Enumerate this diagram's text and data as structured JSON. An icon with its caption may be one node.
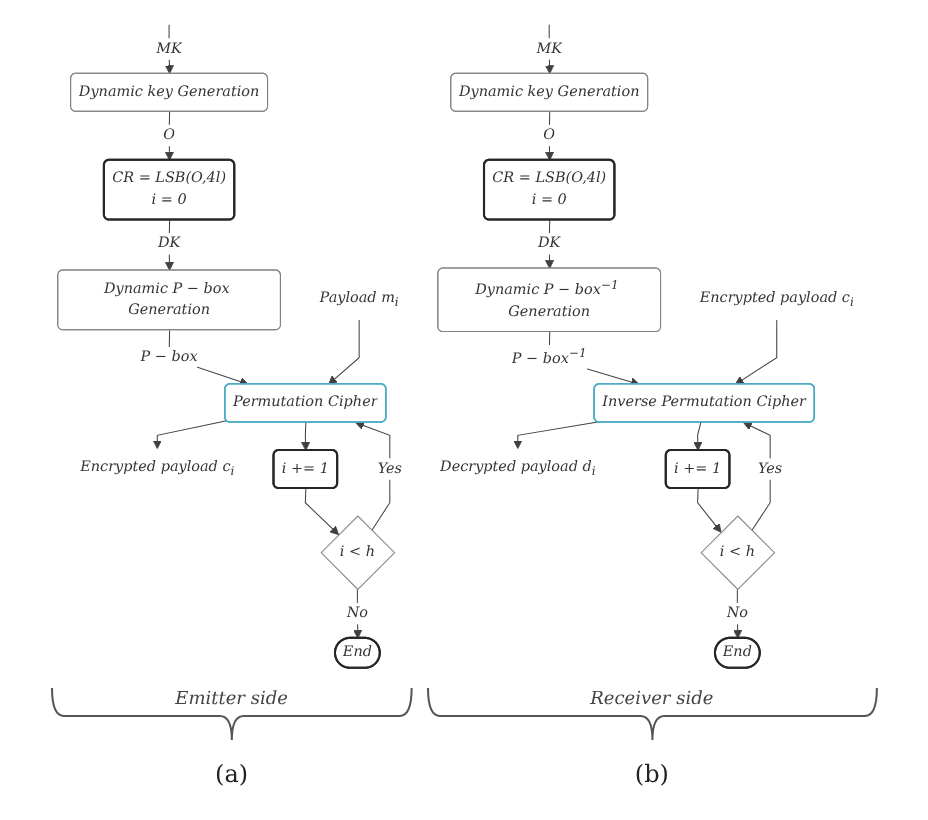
{
  "diagram": {
    "nodes": [
      {
        "text": [
          "Dynamic key Generation"
        ]
      },
      {
        "text": [
          "CR = LSB(O,4l)",
          "i = 0"
        ]
      },
      {
        "text": [
          "Dynamic P − box Generation"
        ]
      },
      {
        "text": [
          "Payload m$_{i}$"
        ]
      },
      {
        "text": [
          "Permutation Cipher"
        ]
      },
      {
        "text": [
          "Encrypted payload c$_{i}$"
        ]
      },
      {
        "text": [
          "i += 1"
        ]
      },
      {
        "text": [
          "i < h"
        ]
      },
      {
        "text": [
          "End"
        ]
      },
      {
        "text": [
          "Dynamic key Generation"
        ]
      },
      {
        "text": [
          "CR = LSB(O,4l)",
          "i = 0"
        ]
      },
      {
        "text": [
          "Dynamic P − box$^{−1}$ Generation"
        ]
      },
      {
        "text": [
          "Encrypted payload c$_{i}$"
        ]
      },
      {
        "text": [
          "Inverse Permutation Cipher"
        ]
      },
      {
        "text": [
          "Decrypted payload d$_{i}$"
        ]
      },
      {
        "text": [
          "i += 1"
        ]
      },
      {
        "text": [
          "i < h"
        ]
      },
      {
        "text": [
          "End"
        ]
      }
    ],
    "edges": [
      {
        "from": null,
        "to": 0,
        "arrow": "to",
        "label": "MK"
      },
      {
        "from": 0,
        "to": 1,
        "arrow": "to",
        "label": "O"
      },
      {
        "from": 1,
        "to": 2,
        "arrow": "to",
        "label": "DK"
      },
      {
        "from": 2,
        "to": 4,
        "arrow": "to",
        "label": "P − box"
      },
      {
        "from": 3,
        "to": 4,
        "arrow": "to"
      },
      {
        "from": 4,
        "to": 5,
        "arrow": "to"
      },
      {
        "from": 4,
        "to": 6,
        "arrow": "to"
      },
      {
        "from": 6,
        "to": 7,
        "arrow": "to"
      },
      {
        "from": 7,
        "to": 4,
        "arrow": "to",
        "label": "Yes"
      },
      {
        "from": 7,
        "to": 8,
        "arrow": "to",
        "label": "No"
      },
      {
        "from": null,
        "to": 9,
        "arrow": "to",
        "label": "MK"
      },
      {
        "from": 9,
        "to": 10,
        "arrow": "to",
        "label": "O"
      },
      {
        "from": 10,
        "to": 11,
        "arrow": "to",
        "label": "DK"
      },
      {
        "from": 11,
        "to": 13,
        "arrow": "to",
        "label": "P − box$^{−1}$"
      },
      {
        "from": 12,
        "to": 13,
        "arrow": "to"
      },
      {
        "from": 13,
        "to": 14,
        "arrow": "to"
      },
      {
        "from": 13,
        "to": 15,
        "arrow": "to"
      },
      {
        "from": 15,
        "to": 16,
        "arrow": "to"
      },
      {
        "from": 16,
        "to": 13,
        "arrow": "to",
        "label": "Yes"
      },
      {
        "from": 16,
        "to": 17,
        "arrow": "to",
        "label": "No"
      }
    ],
    "labels": [
      "Emitter side",
      "Receiver side",
      "(a)",
      "(b)"
    ]
  }
}
